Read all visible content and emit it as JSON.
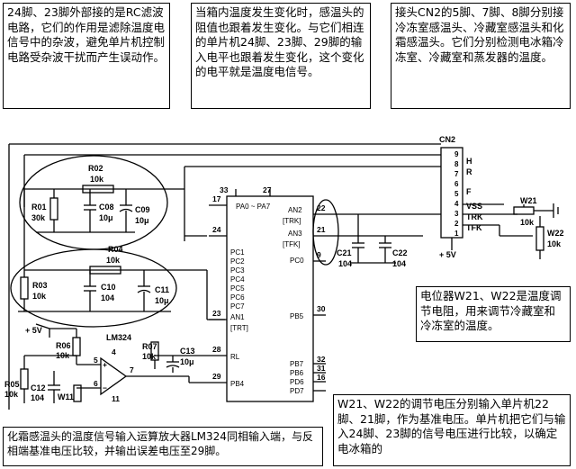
{
  "notes": {
    "filter_caps": "24脚、23脚外部接的是RC滤波电路，它们的作用是滤除温度电信号中的杂波，避免单片机控制电路受杂波干扰而产生误动作。",
    "temp_change": "当箱内温度发生变化时，感温头的阻值也跟着发生变化。与它们相连的单片机24脚、23脚、29脚的输入电平也跟着发生变化，这个变化的电平就是温度电信号。",
    "cn2_pins": "接头CN2的5脚、7脚、8脚分别接冷冻室感温头、冷藏室感温头和化霜感温头。它们分别检测电冰箱冷冻室、冷藏室和蒸发器的温度。",
    "potentiometers": "电位器W21、W22是温度调节电阻，用来调节冷藏室和冷冻室的温度。",
    "reference_voltage": "W21、W22的调节电压分别输入单片机22脚、21脚，作为基准电压。单片机把它们与输入24脚、23脚的信号电压进行比较，以确定电冰箱的",
    "defrost_signal": "化霜感温头的温度信号输入运算放大器LM324同相输入端，与反相端基准电压比较，并输出误差电压至29脚。"
  },
  "components": {
    "R02": "R02",
    "R02v": "10k",
    "R01": "R01",
    "R01v": "30k",
    "C08": "C08",
    "C08v": "10μ",
    "C09": "C09",
    "C09v": "10μ",
    "R04": "R04",
    "R04v": "10k",
    "R03": "R03",
    "R03v": "10k",
    "C10": "C10",
    "C10v": "104",
    "C11": "C11",
    "C11v": "10μ",
    "R06": "R06",
    "R06v": "10k",
    "R05": "R05",
    "R05v": "10k",
    "C12": "C12",
    "C12v": "104",
    "W11": "W11",
    "R07": "R07",
    "R07v": "10k",
    "C13": "C13",
    "C13v": "10μ",
    "C21": "C21",
    "C21v": "104",
    "C22": "C22",
    "C22v": "104",
    "W21": "W21",
    "W21v": "10k",
    "W22": "W22",
    "W22v": "10k",
    "LM324": "LM324",
    "plus5v_left": "+ 5V",
    "plus5v_right": "+ 5V",
    "CN2": "CN2"
  },
  "chip": {
    "pin33": "33",
    "pin27": "27",
    "pa": "PA0 ~ PA7",
    "an2": "AN2",
    "trk": "[TRK]",
    "an3": "AN3",
    "tfk": "[TFK]",
    "pc0": "PC0",
    "pc1": "PC1",
    "pc2": "PC2",
    "pc3": "PC3",
    "pc4": "PC4",
    "pc5": "PC5",
    "pc6": "PC6",
    "pc7": "PC7",
    "an1": "AN1",
    "trt": "[TRT]",
    "pb5": "PB5",
    "rl": "RL",
    "pb4": "PB4",
    "pb7": "PB7",
    "pb6": "PB6",
    "pd6": "PD6",
    "pd7": "PD7",
    "n17": "17",
    "n24": "24",
    "n23": "23",
    "n22": "22",
    "n21": "21",
    "n9": "9",
    "n30": "30",
    "n28": "28",
    "n29": "29",
    "n32": "32",
    "n31": "31",
    "n16": "16"
  },
  "cn2_pins": {
    "p9": "9",
    "p8": "8",
    "p7": "7",
    "p6": "6",
    "p5": "5",
    "p4": "4",
    "p3": "3",
    "p2": "2",
    "p1": "1",
    "H": "H",
    "R": "R",
    "F": "F",
    "VSS": "VSS",
    "TRK": "TRK",
    "TFK": "TFK"
  },
  "opamp": {
    "plus": "+",
    "minus": "−",
    "in5": "5",
    "in6": "6",
    "out7": "7",
    "pin11": "11",
    "pin4": "4"
  },
  "colors": {
    "line": "#000000",
    "background": "#ffffff"
  }
}
